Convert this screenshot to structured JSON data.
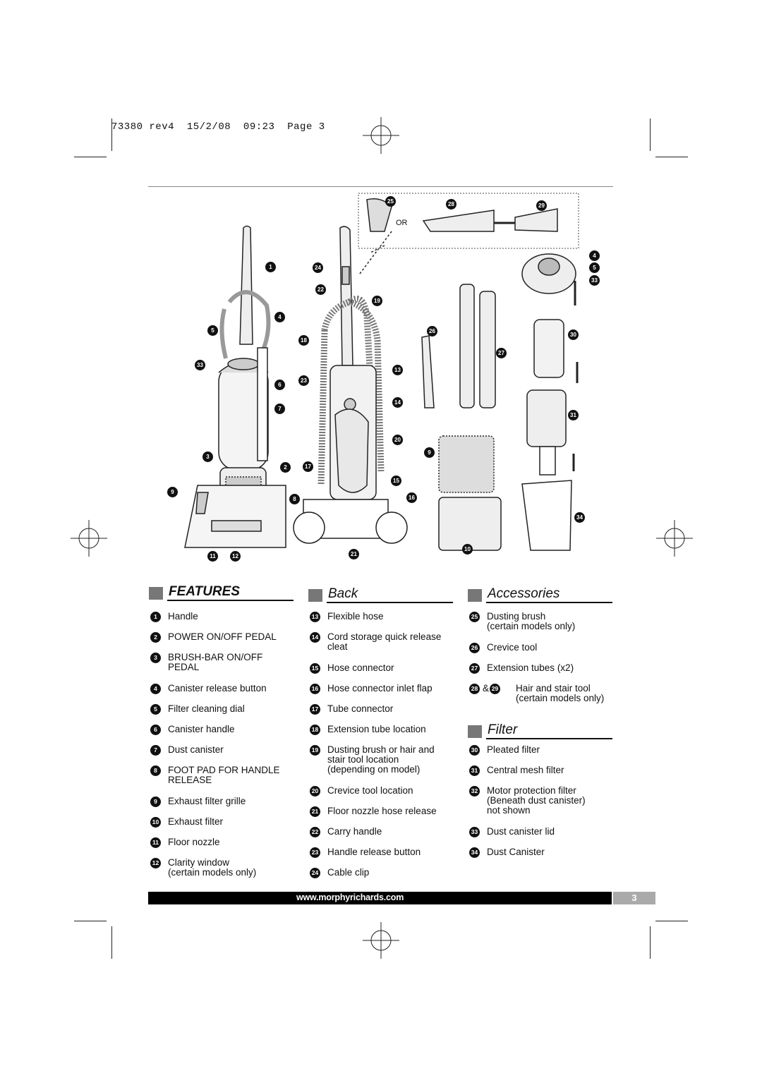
{
  "slug_line": "73380 rev4  15/2/08  09:23  Page 3",
  "diagram": {
    "or_label": "OR",
    "callouts": {
      "c1": "1",
      "c2": "2",
      "c3": "3",
      "c4": "4",
      "c5": "5",
      "c6": "6",
      "c7": "7",
      "c8": "8",
      "c9": "9",
      "c11": "11",
      "c12": "12",
      "c33": "33",
      "c24": "24",
      "c22": "22",
      "c19": "19",
      "c18": "18",
      "c13": "13",
      "c23": "23",
      "c14": "14",
      "c20": "20",
      "c17": "17",
      "c15": "15",
      "c16": "16",
      "c21": "21",
      "c25": "25",
      "c28": "28",
      "c29": "29",
      "c26": "26",
      "c27": "27",
      "c9b": "9",
      "c10": "10",
      "c4b": "4",
      "c5b": "5",
      "c33b": "33",
      "c30": "30",
      "c31": "31",
      "c34": "34"
    }
  },
  "features": {
    "title": "FEATURES",
    "items": [
      {
        "n": "1",
        "text": "Handle"
      },
      {
        "n": "2",
        "text": "POWER ON/OFF PEDAL"
      },
      {
        "n": "3",
        "text": "BRUSH-BAR ON/OFF\nPEDAL"
      },
      {
        "n": "4",
        "text": "Canister release button"
      },
      {
        "n": "5",
        "text": "Filter cleaning dial"
      },
      {
        "n": "6",
        "text": "Canister handle"
      },
      {
        "n": "7",
        "text": "Dust canister"
      },
      {
        "n": "8",
        "text": "FOOT PAD FOR HANDLE\nRELEASE"
      },
      {
        "n": "9",
        "text": "Exhaust filter grille"
      },
      {
        "n": "10",
        "text": "Exhaust filter"
      },
      {
        "n": "11",
        "text": "Floor nozzle"
      },
      {
        "n": "12",
        "text": "Clarity window\n(certain models only)"
      }
    ]
  },
  "back": {
    "title": "Back",
    "items": [
      {
        "n": "13",
        "text": "Flexible hose"
      },
      {
        "n": "14",
        "text": "Cord storage quick release\ncleat"
      },
      {
        "n": "15",
        "text": "Hose connector"
      },
      {
        "n": "16",
        "text": "Hose connector inlet flap"
      },
      {
        "n": "17",
        "text": "Tube connector"
      },
      {
        "n": "18",
        "text": "Extension tube location"
      },
      {
        "n": "19",
        "text": "Dusting brush or hair and\nstair tool location\n(depending on model)"
      },
      {
        "n": "20",
        "text": "Crevice tool location"
      },
      {
        "n": "21",
        "text": "Floor nozzle hose release"
      },
      {
        "n": "22",
        "text": "Carry handle"
      },
      {
        "n": "23",
        "text": "Handle release button"
      },
      {
        "n": "24",
        "text": "Cable clip"
      }
    ]
  },
  "accessories": {
    "title": "Accessories",
    "items": [
      {
        "n": "25",
        "text": "Dusting brush\n(certain models only)"
      },
      {
        "n": "26",
        "text": "Crevice tool"
      },
      {
        "n": "27",
        "text": "Extension tubes (x2)"
      }
    ],
    "combo": {
      "n1": "28",
      "amp": "&",
      "n2": "29",
      "text": "Hair and stair tool\n(certain models only)"
    }
  },
  "filter": {
    "title": "Filter",
    "items": [
      {
        "n": "30",
        "text": "Pleated filter"
      },
      {
        "n": "31",
        "text": "Central mesh filter"
      },
      {
        "n": "32",
        "text": "Motor protection filter\n(Beneath dust canister)\nnot shown"
      },
      {
        "n": "33",
        "text": "Dust canister lid"
      },
      {
        "n": "34",
        "text": "Dust Canister"
      }
    ]
  },
  "footer": {
    "url": "www.morphyrichards.com",
    "page": "3"
  }
}
